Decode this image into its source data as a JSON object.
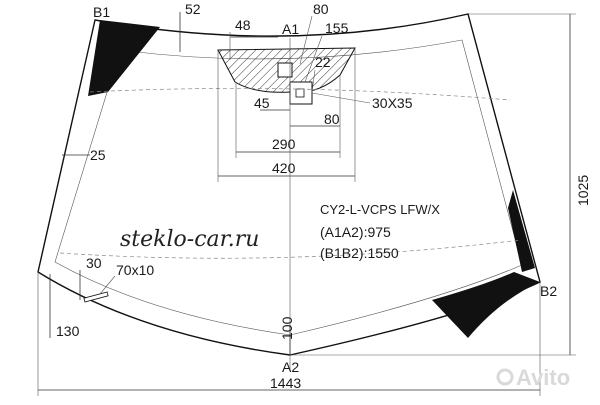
{
  "part_code": "CY2-L-VCPS LFW/X",
  "spec_a1a2": "(A1A2):975",
  "spec_b1b2": "(B1B2):1550",
  "brand_text": "steklo-car.ru",
  "watermark_text": "Avito",
  "points": {
    "b1": "B1",
    "b2": "B2",
    "a1": "A1",
    "a2": "A2"
  },
  "dims": {
    "d52": "52",
    "d48": "48",
    "d80_top": "80",
    "d155": "155",
    "d22": "22",
    "d45": "45",
    "d30x35": "30X35",
    "d80_mid": "80",
    "d290": "290",
    "d420": "420",
    "d25": "25",
    "d1025": "1025",
    "d30": "30",
    "d70x10": "70x10",
    "d130": "130",
    "d100": "100",
    "d1443": "1443"
  }
}
